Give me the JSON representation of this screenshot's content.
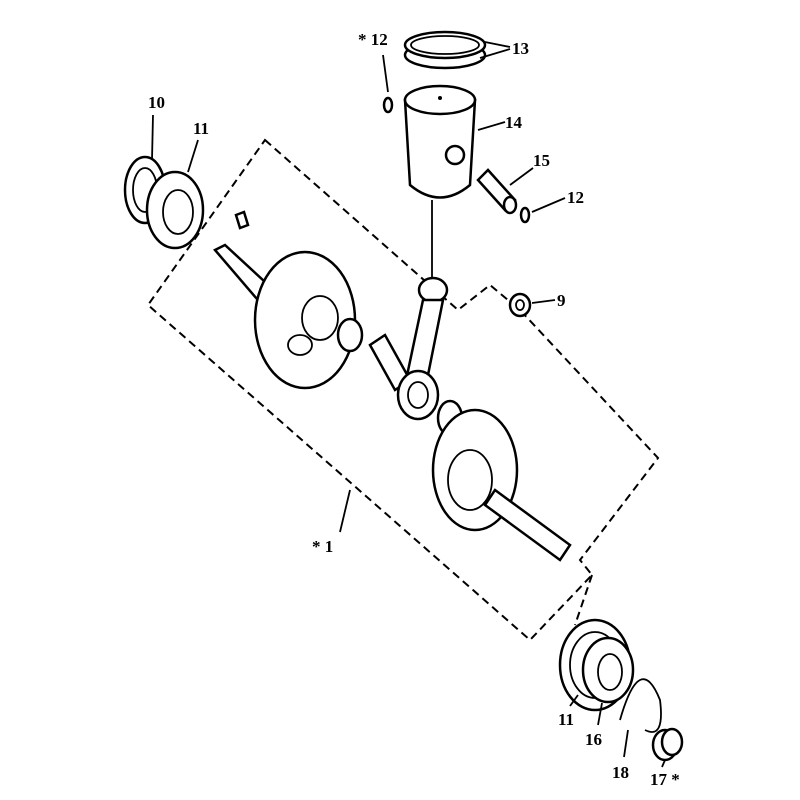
{
  "diagram": {
    "labels": {
      "l12a": "* 12",
      "l13": "13",
      "l10": "10",
      "l11a": "11",
      "l14": "14",
      "l15": "15",
      "l12b": "12",
      "l9": "9",
      "l1": "* 1",
      "l11b": "11",
      "l16": "16",
      "l18": "18",
      "l17": "17 *"
    }
  }
}
